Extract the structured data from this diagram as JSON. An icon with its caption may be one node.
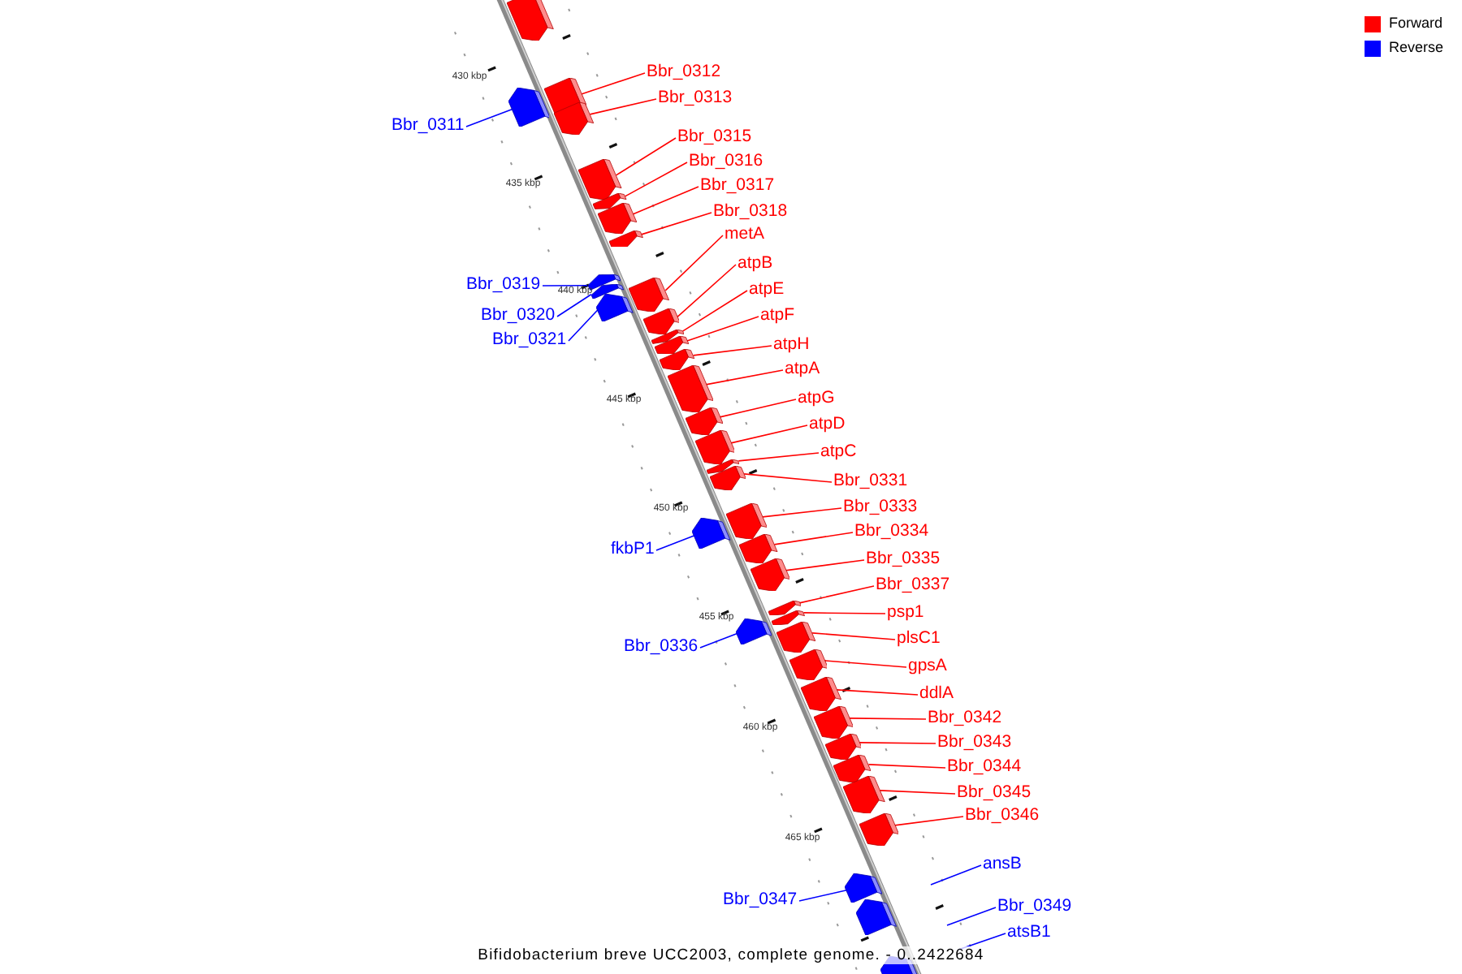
{
  "diagram": {
    "caption": "Bifidobacterium breve UCC2003, complete genome. - 0..2422684",
    "nodes": [
      {
        "text": [
          "Bbr_0312"
        ]
      },
      {
        "text": [],
        "shape": "box"
      },
      {
        "text": [
          "Bbr_0313"
        ]
      },
      {
        "text": [],
        "shape": "box"
      },
      {
        "text": [
          "Bbr_0311"
        ]
      },
      {
        "text": [],
        "shape": "box"
      },
      {
        "text": [
          "Bbr_0315"
        ]
      },
      {
        "text": [],
        "shape": "box"
      },
      {
        "text": [
          "Bbr_0316"
        ]
      },
      {
        "text": [],
        "shape": "box"
      },
      {
        "text": [
          "Bbr_0317"
        ]
      },
      {
        "text": [],
        "shape": "box"
      },
      {
        "text": [
          "Bbr_0318"
        ]
      },
      {
        "text": [],
        "shape": "box"
      },
      {
        "text": [
          "metA"
        ]
      },
      {
        "text": [],
        "shape": "box"
      },
      {
        "text": [
          "atpB"
        ]
      },
      {
        "text": [],
        "shape": "box"
      },
      {
        "text": [
          "Bbr_0319"
        ]
      },
      {
        "text": [],
        "shape": "box"
      },
      {
        "text": [
          "atpE"
        ]
      },
      {
        "text": [],
        "shape": "box"
      },
      {
        "text": [
          "Bbr_0320"
        ]
      },
      {
        "text": [],
        "shape": "box"
      },
      {
        "text": [
          "atpF"
        ]
      },
      {
        "text": [],
        "shape": "box"
      },
      {
        "text": [
          "Bbr_0321"
        ]
      },
      {
        "text": [],
        "shape": "box"
      },
      {
        "text": [
          "atpH"
        ]
      },
      {
        "text": [],
        "shape": "box"
      },
      {
        "text": [
          "atpA"
        ]
      },
      {
        "text": [],
        "shape": "box"
      },
      {
        "text": [
          "atpG"
        ]
      },
      {
        "text": [],
        "shape": "box"
      },
      {
        "text": [
          "atpD"
        ]
      },
      {
        "text": [],
        "shape": "box"
      },
      {
        "text": [
          "atpC"
        ]
      },
      {
        "text": [],
        "shape": "box"
      },
      {
        "text": [
          "Bbr_0331"
        ]
      },
      {
        "text": [],
        "shape": "box"
      },
      {
        "text": [
          "Bbr_0333"
        ]
      },
      {
        "text": [],
        "shape": "box"
      },
      {
        "text": [
          "Bbr_0334"
        ]
      },
      {
        "text": [],
        "shape": "box"
      },
      {
        "text": [
          "fkbP1"
        ]
      },
      {
        "text": [],
        "shape": "box"
      },
      {
        "text": [
          "Bbr_0335"
        ]
      },
      {
        "text": [],
        "shape": "box"
      },
      {
        "text": [
          "Bbr_0337"
        ]
      },
      {
        "text": [],
        "shape": "box"
      },
      {
        "text": [
          "psp1"
        ]
      },
      {
        "text": [],
        "shape": "box"
      },
      {
        "text": [
          "plsC1"
        ]
      },
      {
        "text": [],
        "shape": "box"
      },
      {
        "text": [
          "Bbr_0336"
        ]
      },
      {
        "text": [],
        "shape": "box"
      },
      {
        "text": [
          "gpsA"
        ]
      },
      {
        "text": [],
        "shape": "box"
      },
      {
        "text": [
          "ddlA"
        ]
      },
      {
        "text": [],
        "shape": "box"
      },
      {
        "text": [
          "Bbr_0342"
        ]
      },
      {
        "text": [],
        "shape": "box"
      },
      {
        "text": [
          "Bbr_0343"
        ]
      },
      {
        "text": [],
        "shape": "box"
      },
      {
        "text": [
          "Bbr_0344"
        ]
      },
      {
        "text": [],
        "shape": "box"
      },
      {
        "text": [
          "Bbr_0345"
        ]
      },
      {
        "text": [],
        "shape": "box"
      },
      {
        "text": [
          "Bbr_0346"
        ]
      },
      {
        "text": [],
        "shape": "box"
      },
      {
        "text": [
          "ansB"
        ]
      },
      {
        "text": [
          "Bbr_0347"
        ]
      },
      {
        "text": [],
        "shape": "box"
      },
      {
        "text": [
          "Bbr_0349"
        ]
      },
      {
        "text": [
          "atsB1"
        ]
      },
      {
        "text": [],
        "shape": "box"
      },
      {
        "text": [],
        "shape": "box"
      },
      {
        "text": [],
        "shape": "box"
      }
    ],
    "edges": [
      {
        "from": 0,
        "to": 1,
        "arrow": "none"
      },
      {
        "from": 2,
        "to": 3,
        "arrow": "none"
      },
      {
        "from": 4,
        "to": 5,
        "arrow": "none",
        "color": "#0000ff"
      },
      {
        "from": 6,
        "to": 7,
        "arrow": "none"
      },
      {
        "from": 8,
        "to": 9,
        "arrow": "none"
      },
      {
        "from": 10,
        "to": 11,
        "arrow": "none"
      },
      {
        "from": 12,
        "to": 13,
        "arrow": "none"
      },
      {
        "from": 14,
        "to": 15,
        "arrow": "none"
      },
      {
        "from": 16,
        "to": 17,
        "arrow": "none"
      },
      {
        "from": 18,
        "to": 19,
        "arrow": "none",
        "color": "#0000ff"
      },
      {
        "from": 20,
        "to": 21,
        "arrow": "none"
      },
      {
        "from": 22,
        "to": 23,
        "arrow": "none",
        "color": "#0000ff"
      },
      {
        "from": 24,
        "to": 25,
        "arrow": "none"
      },
      {
        "from": 26,
        "to": 27,
        "arrow": "none",
        "color": "#0000ff"
      },
      {
        "from": 28,
        "to": 29,
        "arrow": "none"
      },
      {
        "from": 30,
        "to": 31,
        "arrow": "none"
      },
      {
        "from": 32,
        "to": 33,
        "arrow": "none"
      },
      {
        "from": 34,
        "to": 35,
        "arrow": "none"
      },
      {
        "from": 36,
        "to": 37,
        "arrow": "none"
      },
      {
        "from": 38,
        "to": 39,
        "arrow": "none"
      },
      {
        "from": 40,
        "to": 41,
        "arrow": "none"
      },
      {
        "from": 42,
        "to": 43,
        "arrow": "none"
      },
      {
        "from": 44,
        "to": 45,
        "arrow": "none",
        "color": "#0000ff"
      },
      {
        "from": 46,
        "to": 47,
        "arrow": "none"
      },
      {
        "from": 48,
        "to": 49,
        "arrow": "none"
      },
      {
        "from": 50,
        "to": 51,
        "arrow": "none"
      },
      {
        "from": 52,
        "to": 53,
        "arrow": "none"
      },
      {
        "from": 54,
        "to": 55,
        "arrow": "none",
        "color": "#0000ff"
      },
      {
        "from": 56,
        "to": 57,
        "arrow": "none"
      },
      {
        "from": 58,
        "to": 59,
        "arrow": "none"
      },
      {
        "from": 60,
        "to": 61,
        "arrow": "none"
      },
      {
        "from": 62,
        "to": 63,
        "arrow": "none"
      },
      {
        "from": 64,
        "to": 65,
        "arrow": "none"
      },
      {
        "from": 66,
        "to": 67,
        "arrow": "none"
      },
      {
        "from": 68,
        "to": 69,
        "arrow": "none"
      },
      {
        "from": 70,
        "to": null,
        "arrow": "none",
        "color": "#0000ff"
      },
      {
        "from": 71,
        "to": 72,
        "arrow": "none",
        "color": "#0000ff"
      },
      {
        "from": 73,
        "to": null,
        "arrow": "none",
        "color": "#0000ff"
      },
      {
        "from": 74,
        "to": null,
        "arrow": "none",
        "color": "#0000ff"
      }
    ],
    "labels": [
      "430 kbp",
      "435 kbp",
      "440 kbp",
      "445 kbp",
      "450 kbp",
      "455 kbp",
      "460 kbp",
      "465 kbp"
    ],
    "legend": [
      {
        "text": "Forward",
        "color": "#ff0000"
      },
      {
        "text": "Reverse",
        "color": "#0000ff"
      }
    ]
  }
}
